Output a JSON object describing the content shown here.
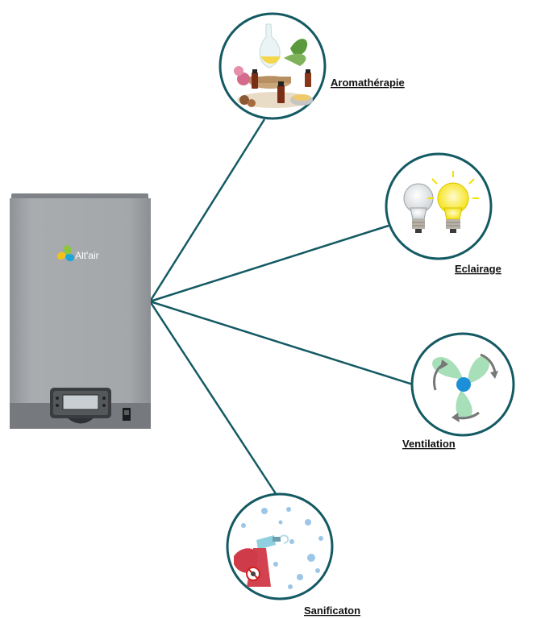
{
  "device": {
    "logo_text": "Alt'air",
    "colors": {
      "body": "#a2a5a8",
      "base": "#7b7e82",
      "connector": "#145a63"
    }
  },
  "features": [
    {
      "id": "aromatherapy",
      "label": "Aromathérapie",
      "icon": "essential-oils-icon"
    },
    {
      "id": "lighting",
      "label": "Eclairage",
      "icon": "light-bulbs-icon"
    },
    {
      "id": "ventilation",
      "label": "Ventilation",
      "icon": "fan-icon"
    },
    {
      "id": "sanitization",
      "label": "Sanificaton",
      "icon": "disinfection-spray-icon"
    }
  ]
}
